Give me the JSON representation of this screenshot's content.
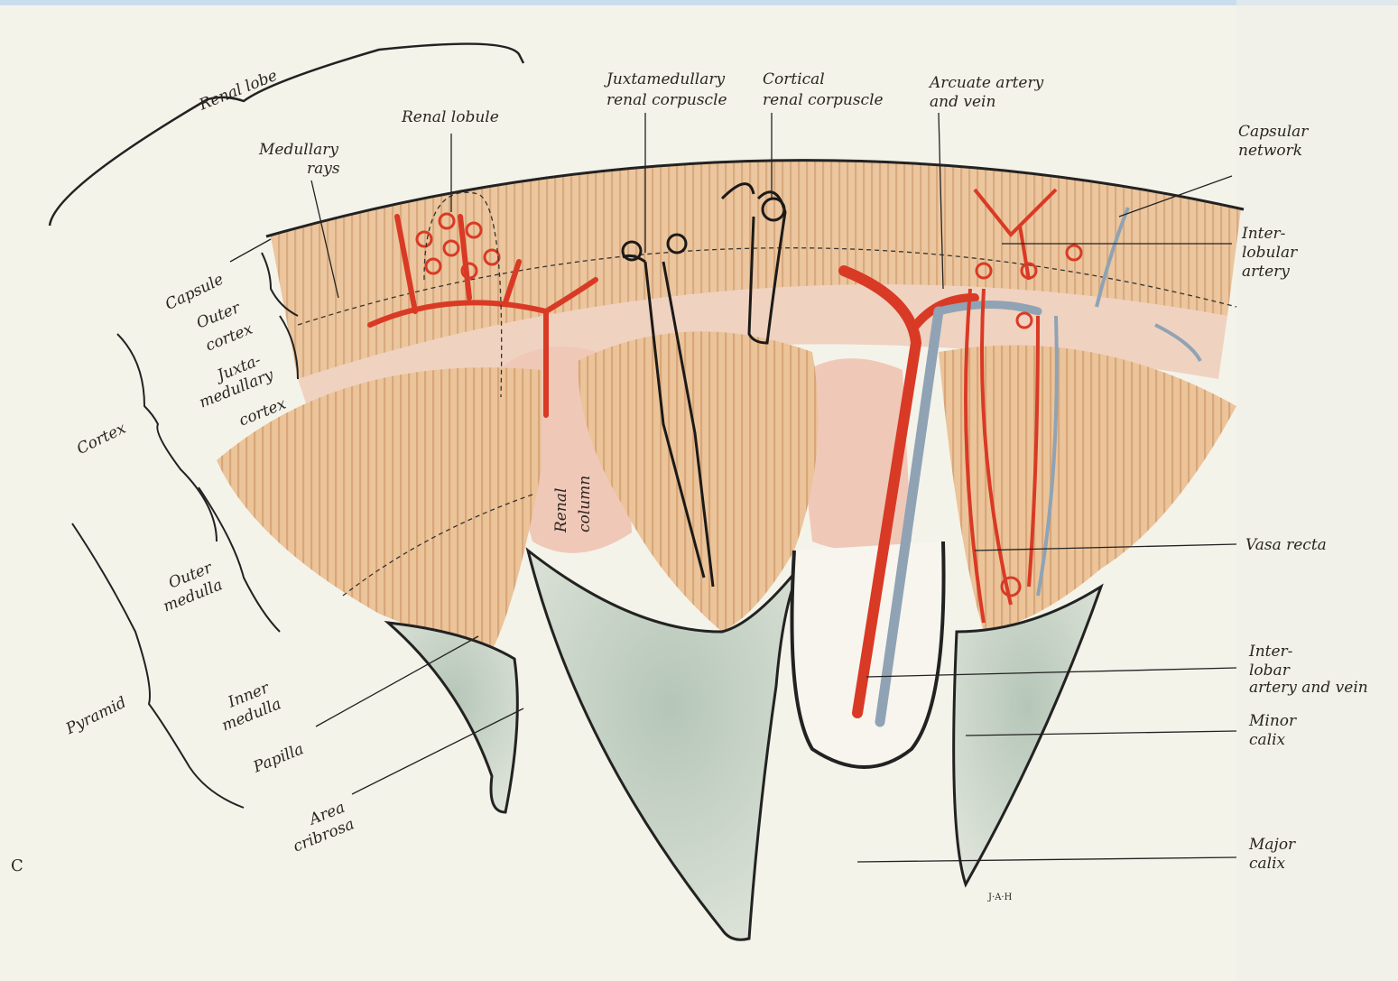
{
  "figure": {
    "panel_letter": "C",
    "signature": "J·A·H",
    "labels": {
      "renal_lobe": "Renal lobe",
      "renal_lobule": "Renal lobule",
      "medullary_rays": [
        "Medullary",
        "rays"
      ],
      "juxtamedullary_corpuscle": [
        "Juxtamedullary",
        "renal corpuscle"
      ],
      "cortical_corpuscle": [
        "Cortical",
        "renal corpuscle"
      ],
      "arcuate": [
        "Arcuate artery",
        "and vein"
      ],
      "capsular_network": [
        "Capsular",
        "network"
      ],
      "interlobular_artery": [
        "Inter-",
        "lobular",
        "artery"
      ],
      "capsule": "Capsule",
      "outer_cortex": [
        "Outer",
        "cortex"
      ],
      "juxtamedullary_cortex": [
        "Juxta-",
        "medullary",
        "cortex"
      ],
      "cortex": "Cortex",
      "renal_column": [
        "Renal",
        "column"
      ],
      "outer_medulla": [
        "Outer",
        "medulla"
      ],
      "pyramid": "Pyramid",
      "inner_medulla": [
        "Inner",
        "medulla"
      ],
      "papilla": "Papilla",
      "area_cribrosa": [
        "Area",
        "cribrosa"
      ],
      "vasa_recta": "Vasa recta",
      "interlobar": [
        "Inter-",
        "lobar",
        "artery and vein"
      ],
      "minor_calix": [
        "Minor",
        "calix"
      ],
      "major_calix": [
        "Major",
        "calix"
      ]
    }
  }
}
